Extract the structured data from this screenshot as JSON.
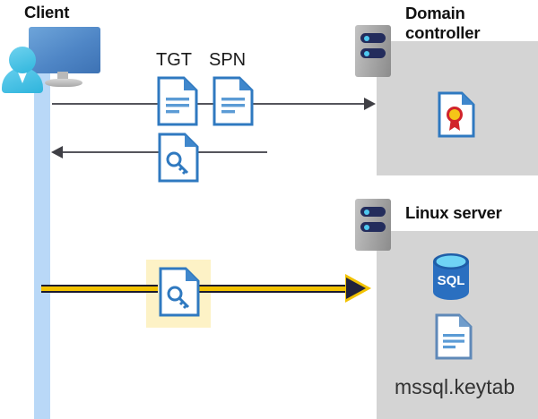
{
  "diagram": {
    "type": "kerberos-authentication-flow",
    "nodes": {
      "client": {
        "title": "Client",
        "icon": "client-user-monitor-icon"
      },
      "domain_controller": {
        "title": "Domain controller",
        "icon": "server-rack-icon",
        "contents": [
          {
            "icon": "certificate-document-icon"
          }
        ]
      },
      "linux_server": {
        "title": "Linux server",
        "icon": "server-rack-icon",
        "contents": [
          {
            "icon": "sql-database-icon",
            "label": "SQL"
          },
          {
            "icon": "document-icon",
            "label": "mssql.keytab"
          }
        ]
      }
    },
    "flows": [
      {
        "id": "request",
        "from": "client",
        "to": "domain_controller",
        "direction": "right",
        "color": "#55555c",
        "artifacts": [
          {
            "label": "TGT",
            "icon": "document-icon"
          },
          {
            "label": "SPN",
            "icon": "document-icon"
          }
        ]
      },
      {
        "id": "response",
        "from": "domain_controller",
        "to": "client",
        "direction": "left",
        "color": "#55555c",
        "artifacts": [
          {
            "label": "",
            "icon": "key-document-icon"
          }
        ]
      },
      {
        "id": "ticket-presentation",
        "from": "client",
        "to": "linux_server",
        "direction": "right",
        "color": "#f2c200",
        "highlighted": true,
        "artifacts": [
          {
            "label": "",
            "icon": "key-document-icon"
          }
        ]
      }
    ]
  },
  "labels": {
    "client": "Client",
    "domain_controller_line1": "Domain",
    "domain_controller_line2": "controller",
    "linux_server": "Linux server",
    "tgt": "TGT",
    "spn": "SPN",
    "sql": "SQL",
    "keytab_file": "mssql.keytab"
  },
  "colors": {
    "panel_gray": "#d4d4d4",
    "lifeline_blue": "#b9d8f7",
    "arrow_gray": "#55555c",
    "flow_yellow": "#f2c200",
    "highlight_yellow": "#fdf2c6",
    "doc_blue": "#2f79c0",
    "sql_blue": "#2a6fc0",
    "rack_navy": "#232c5c",
    "led_cyan": "#4ec8f0",
    "cert_red": "#d1232a",
    "cert_gold": "#f5c518"
  }
}
